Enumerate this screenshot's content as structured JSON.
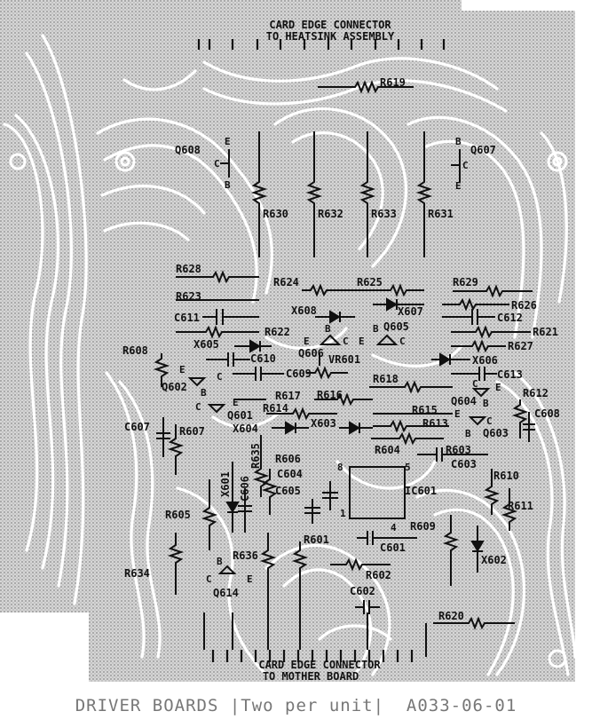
{
  "connectors": {
    "top_line1": "CARD EDGE CONNECTOR",
    "top_line2": "TO HEATSINK ASSEMBLY",
    "bottom_line1": "CARD EDGE CONNECTOR",
    "bottom_line2": "TO MOTHER BOARD"
  },
  "components": {
    "R619": "R619",
    "Q608": "Q608",
    "Q607": "Q607",
    "R630": "R630",
    "R632": "R632",
    "R633": "R633",
    "R631": "R631",
    "R628": "R628",
    "R624": "R624",
    "R625": "R625",
    "R629": "R629",
    "R623": "R623",
    "R626": "R626",
    "X608": "X608",
    "X607": "X607",
    "C611": "C611",
    "C612": "C612",
    "R622": "R622",
    "Q605": "Q605",
    "R621": "R621",
    "X605": "X605",
    "Q606": "Q606",
    "R627": "R627",
    "R608": "R608",
    "C610": "C610",
    "VR601": "VR601",
    "X606": "X606",
    "C609": "C609",
    "C613": "C613",
    "Q602": "Q602",
    "R618": "R618",
    "R617": "R617",
    "R616": "R616",
    "Q604": "Q604",
    "R612": "R612",
    "Q601": "Q601",
    "R614": "R614",
    "R615": "R615",
    "C608": "C608",
    "C607": "C607",
    "R607": "R607",
    "X604": "X604",
    "X603": "X603",
    "R613": "R613",
    "Q603": "Q603",
    "R635": "R635",
    "R604": "R604",
    "R603": "R603",
    "R606": "R606",
    "C603": "C603",
    "X601": "X601",
    "C606": "C606",
    "C604": "C604",
    "R610": "R610",
    "C605": "C605",
    "IC601": "IC601",
    "R605": "R605",
    "R611": "R611",
    "R609": "R609",
    "R636": "R636",
    "R601": "R601",
    "C601": "C601",
    "X602": "X602",
    "R634": "R634",
    "Q614": "Q614",
    "R602": "R602",
    "C602": "C602",
    "R620": "R620"
  },
  "pins": {
    "E": "E",
    "B": "B",
    "C": "C",
    "p8": "8",
    "p5": "5",
    "p1": "1",
    "p4": "4"
  },
  "caption": "DRIVER BOARDS |Two per unit|  A033-06-01"
}
